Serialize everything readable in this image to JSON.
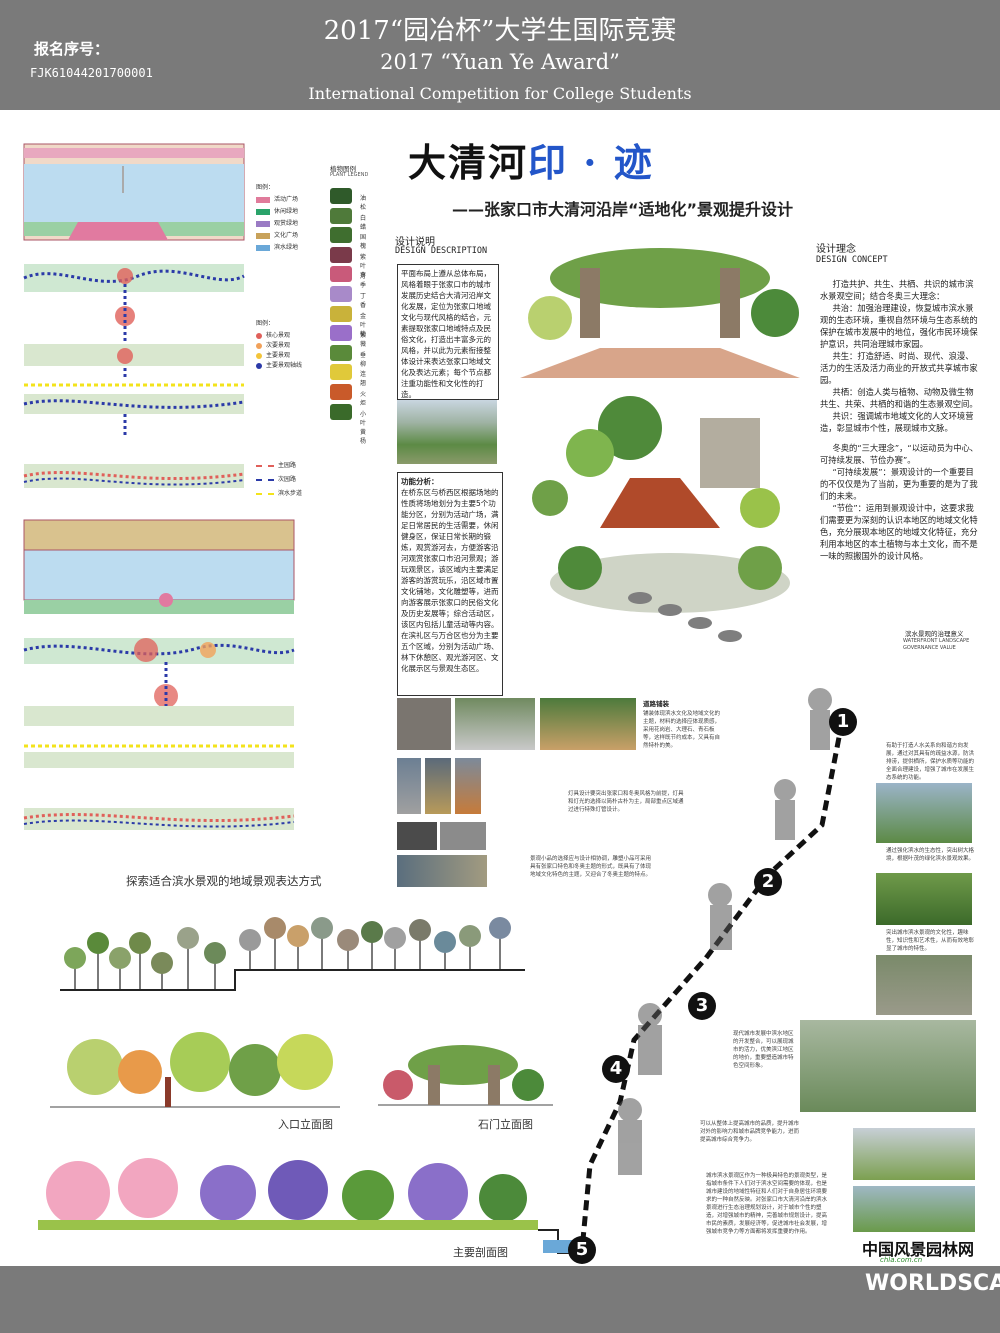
{
  "header": {
    "title_cn": "2017“园冶杯”大学生国际竞赛",
    "title_en": "2017 “Yuan Ye Award”",
    "subtitle_en": "International Competition for College Students",
    "reg_label": "报名序号：",
    "reg_no": "FJK61044201700001"
  },
  "poster": {
    "title_a": "大清河",
    "title_b": "印 · 迹",
    "subtitle": "——张家口市大清河沿岸“适地化”景观提升设计"
  },
  "plant_legend": {
    "heading_cn": "植物图例",
    "heading_en": "PLANT LEGEND",
    "items": [
      "油松",
      "白蜡",
      "国槐",
      "紫叶李",
      "月季",
      "丁香",
      "金叶榆",
      "紫薇",
      "垂柳",
      "连翘",
      "火炬",
      "小叶黄杨"
    ]
  },
  "map_legend_1": {
    "heading": "图例：",
    "items": [
      "活动广场",
      "休闲绿地",
      "观赏绿地",
      "文化广场",
      "滨水绿地"
    ],
    "colors": [
      "#e07b9b",
      "#2aa36a",
      "#9a7bc4",
      "#c8a25a",
      "#6aa8d8"
    ]
  },
  "node_legend_1": {
    "heading": "图例：",
    "items": [
      "核心景观",
      "次要景观",
      "主要景观",
      "主要景观轴线"
    ]
  },
  "path_legend_1": {
    "items": [
      "主园路",
      "次园路",
      "滨水步道"
    ]
  },
  "design_desc": {
    "heading_cn": "设计说明",
    "heading_en": "DESIGN DESCRIPTION",
    "body": "平面布局上遵从总体布局，风格着眼于张家口市的城市发展历史结合大清河沿岸文化发展，定位为张家口地域文化与现代风格的结合，元素提取张家口地域特点及民俗文化，打造出丰富多元的风格，并以此为元素衔接整体设计来表达张家口地域文化及表达元素；每个节点都注重功能性和文化性的打造。"
  },
  "function_analysis": {
    "heading": "功能分析：",
    "body": "在桥东区与桥西区根据场地的性质将场地划分为主要5个功能分区，分别为活动广场，满足日常居民的生活需要，休闲健身区，保证日常长期的锻炼，观赏游河去，方便游客沿河观赏张家口市沿河景观；游玩观景区，该区域内主要满足游客的游赏玩乐，沿区域市置文化铺地，文化雕塑等，进而向游客展示张家口的民俗文化及历史发展等；综合活动区，该区内包括儿童活动等内容。在滨礼区与万合区也分为主要五个区域，分别为活动广场、林下休憩区、观光游河区、文化展示区与景观生态区。"
  },
  "concept": {
    "heading_cn": "设计理念",
    "heading_en": "DESIGN CONCEPT",
    "p1": "打造共护、共生、共栖、共识的城市滨水景观空间；结合冬奥三大理念：",
    "p2": "共治：加强治理建设，恢复城市滨水景观的生态环境，重视自然环境与生态系统的保护在城市发展中的地位，强化市民环境保护意识，共同治理城市家园。",
    "p3": "共生：打造舒适、时尚、现代、浪漫、活力的生活及活力商业的开放式共享城市家园。",
    "p4": "共栖：创造人类与植物、动物及微生物共生、共荣、共栖的和谐的生态景观空间。",
    "p5": "共识：强调城市地域文化的人文环境营造，彰显城市个性，展现城市文脉。",
    "p6": "冬奥的“三大理念”，“以运动员为中心、可持续发展、节俭办赛”。",
    "p7": "“可持续发展”：景观设计的一个重要目的不仅仅是为了当前，更为重要的是为了我们的未来。",
    "p8": "“节俭”：运用到景观设计中，这要求我们需要更为深刻的认识本地区的地域文化特色，充分展现本地区的地域文化特征，充分利用本地区的本土植物与本土文化，而不是一味的照搬国外的设计风格。"
  },
  "governance": {
    "title_cn": "滨水景观的治理意义",
    "title_en": "WATERFRONT LANDSCAPE GOVERNANCE VALUE",
    "steps": [
      "1",
      "2",
      "3",
      "4",
      "5"
    ],
    "notes": [
      "有助于打造人水关系向和谐方向发展，通过对其具有的疏益水源，防洪排涝，提供栖所，保护水质等功能的全面合理建设，增强了城市在发展生态系统的功能。",
      "通过强化滨水的生态性，突出树大格境，根据叶茂的绿化滨水景观效果。",
      "突出城市滨水景观的文化性，趣味性，知识性和艺术性，从而有效地彰显了城市的特性。",
      "现代城市发展中滨水地区的开发整合，可以展现城市的活力，优美滨江地区的地价，重要塑造城市特色空间形象。",
      "可以从整体上提高城市的品质，提升城市对外的影响力和城市品牌竞争能力，进而提高城市综合竞争力。",
      "城市滨水景观区作为一种极具特色的景观类型，是指城市条件下人们对于滨水空间需要的体现，也是城市建设的地域性特征和人们对于自身居住环境要求的一种自然反映。对张家口市大清河沿岸的滨水景观进行生态治理规划设计，对于城市个性的塑造，对增强城市的精神，完善城市规划设计，提高市民的素质，发展经济等，促进城市社会发展，增强城市竞争力等方面都将发挥重要的作用。"
    ]
  },
  "material_notes": {
    "paving_heading": "道路铺装",
    "paving": "铺装体现滨水文化及地域文化的主题，材料的选择应体现质感，采用花岗岩、大理石、青石板等，这样既节约成本，又具有自然特朴的美。",
    "lamp": "灯具设计要突出张家口和冬奥风格为前提，灯具和灯光的选择以简朴古朴为主，局部重点区域通过进行特殊灯管设计。",
    "sketch": "景观小品的选择应与设计相协调，雕塑小品可采用具有张家口特色和冬奥主题的形式，既具有了体现地域文化特色的主题，又迎合了冬奥主题的特点。"
  },
  "captions": {
    "explore": "探索适合滨水景观的地域景观表达方式",
    "entrance": "入口立面图",
    "stonegate": "石门立面图",
    "section": "主要剖面图"
  },
  "footer": {
    "logo_cn": "中国风景园林网",
    "logo_url": "chla.com.cn",
    "logo_en": "WORLDSCAPE"
  },
  "colors": {
    "header_bg": "#7a7a7a",
    "title_dark": "#111111",
    "title_blue": "#2356c9",
    "water": "#b9d9ef",
    "red_node": "#e0605a",
    "blue_path": "#2b3aa8",
    "yellow_path": "#f3e31b"
  }
}
